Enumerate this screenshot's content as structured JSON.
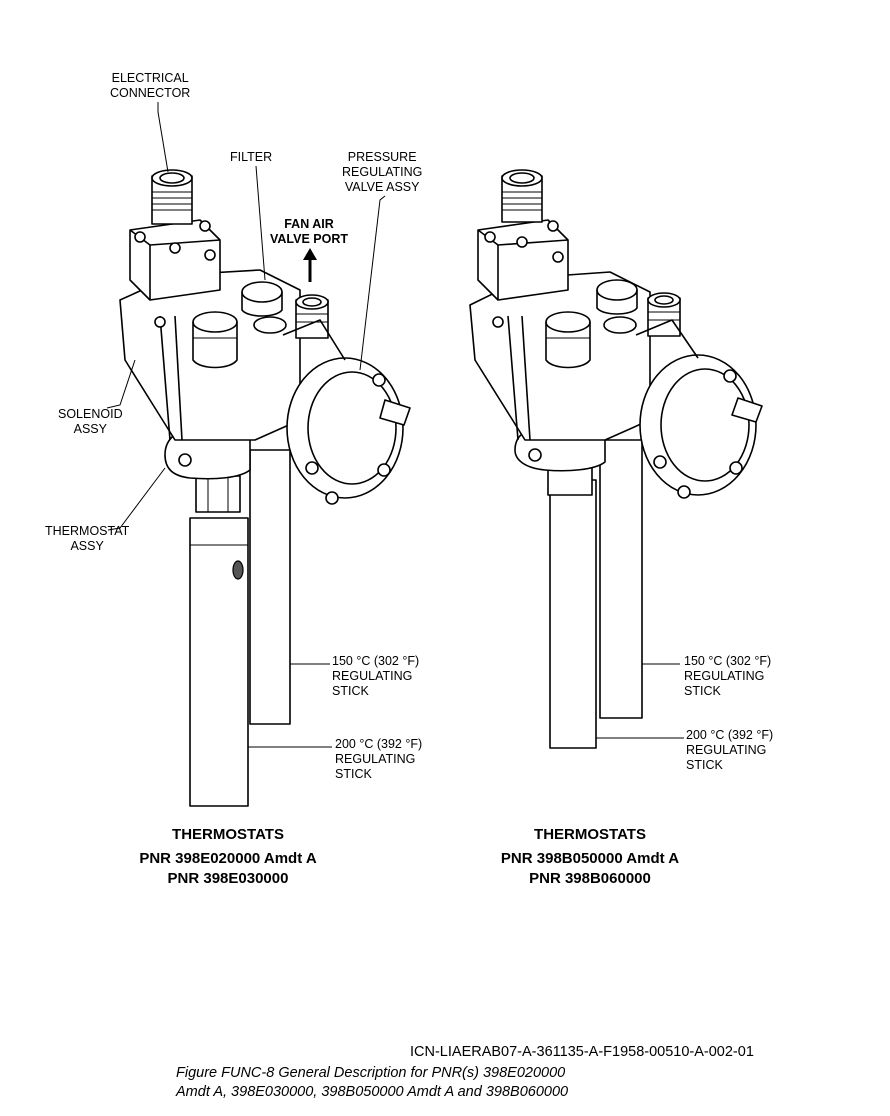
{
  "left_assembly": {
    "labels": {
      "electrical_connector": [
        "ELECTRICAL",
        "CONNECTOR"
      ],
      "filter": "FILTER",
      "pressure_valve": [
        "PRESSURE",
        "REGULATING",
        "VALVE ASSY"
      ],
      "fan_air": [
        "FAN AIR",
        "VALVE PORT"
      ],
      "solenoid": [
        "SOLENOID",
        "ASSY"
      ],
      "thermostat": [
        "THERMOSTAT",
        "ASSY"
      ],
      "stick_150": [
        "150 °C (302 °F)",
        "REGULATING",
        "STICK"
      ],
      "stick_200": [
        "200 °C (392 °F)",
        "REGULATING",
        "STICK"
      ]
    },
    "caption": {
      "title": "THERMOSTATS",
      "pnr_lines": [
        "PNR 398E020000 Amdt A",
        "PNR 398E030000"
      ]
    }
  },
  "right_assembly": {
    "labels": {
      "stick_150": [
        "150 °C (302 °F)",
        "REGULATING",
        "STICK"
      ],
      "stick_200": [
        "200 °C (392 °F)",
        "REGULATING",
        "STICK"
      ]
    },
    "caption": {
      "title": "THERMOSTATS",
      "pnr_lines": [
        "PNR 398B050000 Amdt A",
        "PNR 398B060000"
      ]
    }
  },
  "footer": {
    "icn": "ICN-LIAERAB07-A-361135-A-F1958-00510-A-002-01",
    "figure_lines": [
      "Figure FUNC-8    General Description for PNR(s) 398E020000",
      "Amdt A, 398E030000, 398B050000 Amdt A and 398B060000"
    ]
  }
}
